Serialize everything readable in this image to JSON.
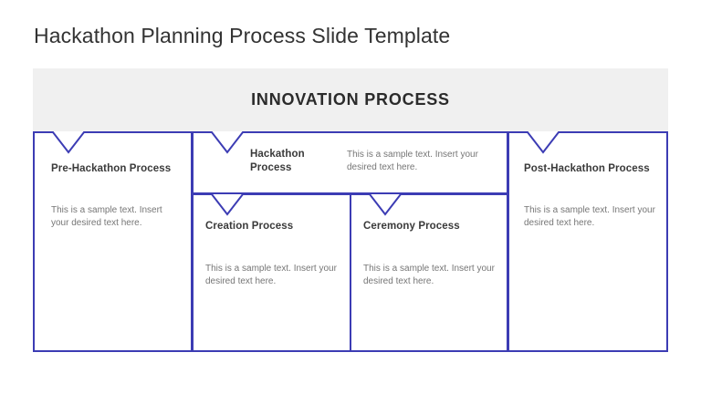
{
  "slide": {
    "title": "Hackathon Planning Process Slide Template",
    "banner_title": "INNOVATION PROCESS",
    "colors": {
      "outline": "#3c3cb4",
      "banner_bg": "#f0f0f0",
      "heading_text": "#3a3a3a",
      "body_text": "#767676",
      "title_text": "#333333",
      "canvas_bg": "#ffffff"
    },
    "nodes": [
      {
        "id": "pre-hackathon",
        "heading": "Pre-Hackathon Process",
        "body": "This is a sample text. Insert your desired text here."
      },
      {
        "id": "hackathon",
        "heading": "Hackathon Process",
        "body": "This is a sample text. Insert your desired text here."
      },
      {
        "id": "creation",
        "heading": "Creation Process",
        "body": "This is a sample text. Insert your desired text here."
      },
      {
        "id": "ceremony",
        "heading": "Ceremony Process",
        "body": "This is a sample text. Insert your desired text here."
      },
      {
        "id": "post-hackathon",
        "heading": "Post-Hackathon Process",
        "body": "This is a sample text. Insert your desired text here."
      }
    ]
  }
}
